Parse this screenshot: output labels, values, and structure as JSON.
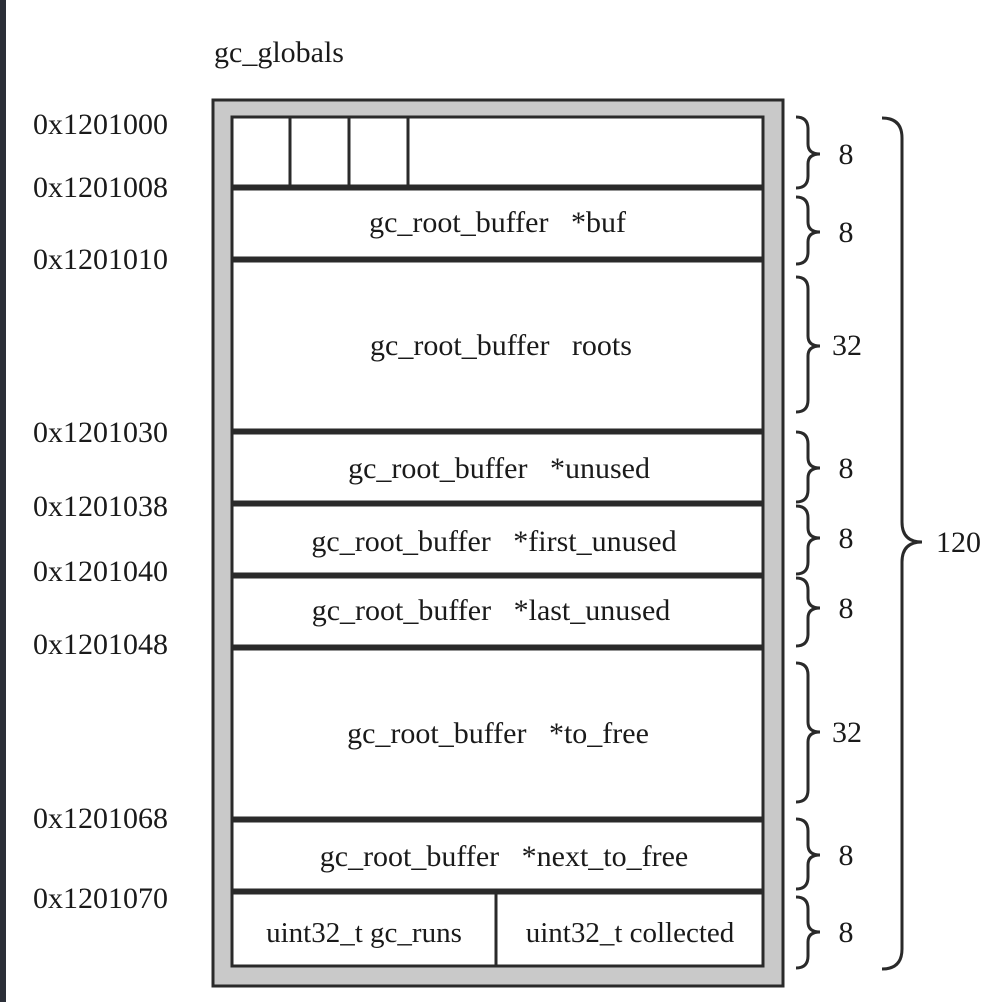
{
  "title": "gc_globals",
  "addresses": [
    "0x1201000",
    "0x1201008",
    "0x1201010",
    "0x1201030",
    "0x1201038",
    "0x1201040",
    "0x1201048",
    "0x1201068",
    "0x1201070"
  ],
  "fields": [
    {
      "label": ""
    },
    {
      "label": "gc_root_buffer   *buf"
    },
    {
      "label": "gc_root_buffer   roots"
    },
    {
      "label": "gc_root_buffer   *unused"
    },
    {
      "label": "gc_root_buffer   *first_unused"
    },
    {
      "label": "gc_root_buffer   *last_unused"
    },
    {
      "label": "gc_root_buffer   *to_free"
    },
    {
      "label": "gc_root_buffer   *next_to_free"
    },
    {
      "label_left": "uint32_t gc_runs",
      "label_right": "uint32_t collected"
    }
  ],
  "sizes": [
    "8",
    "8",
    "32",
    "8",
    "8",
    "8",
    "32",
    "8",
    "8"
  ],
  "total_size": "120",
  "colors": {
    "frame_fill": "#c9c9c9",
    "line": "#2a2a2a",
    "page_edge": "#2b2f38"
  }
}
